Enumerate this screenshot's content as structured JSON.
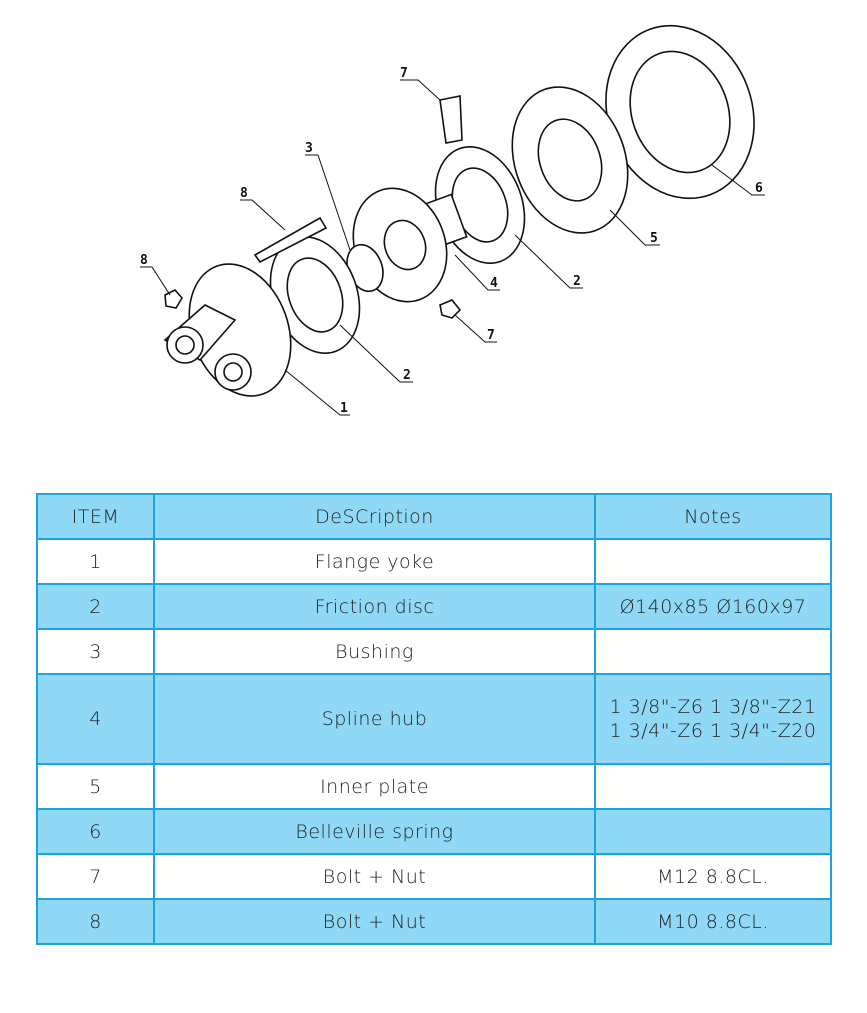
{
  "diagram": {
    "callouts": [
      "7",
      "3",
      "8",
      "8",
      "6",
      "5",
      "2",
      "4",
      "7",
      "2",
      "1"
    ]
  },
  "table": {
    "headers": [
      "ITEM",
      "DeSCription",
      "Notes"
    ],
    "rows": [
      {
        "item": "1",
        "description": "Flange yoke",
        "notes": []
      },
      {
        "item": "2",
        "description": "Friction disc",
        "notes": [
          "Ø140x85  Ø160x97"
        ]
      },
      {
        "item": "3",
        "description": "Bushing",
        "notes": []
      },
      {
        "item": "4",
        "description": "Spline hub",
        "notes": [
          "1 3/8\"-Z6  1 3/8\"-Z21",
          "1 3/4\"-Z6  1 3/4\"-Z20"
        ]
      },
      {
        "item": "5",
        "description": "Inner plate",
        "notes": []
      },
      {
        "item": "6",
        "description": "Belleville spring",
        "notes": []
      },
      {
        "item": "7",
        "description": "Bolt + Nut",
        "notes": [
          "M12  8.8CL."
        ]
      },
      {
        "item": "8",
        "description": "Bolt + Nut",
        "notes": [
          "M10  8.8CL."
        ]
      }
    ]
  },
  "colors": {
    "row_blue": "#8fd9f6",
    "border": "#1ba3e2"
  }
}
